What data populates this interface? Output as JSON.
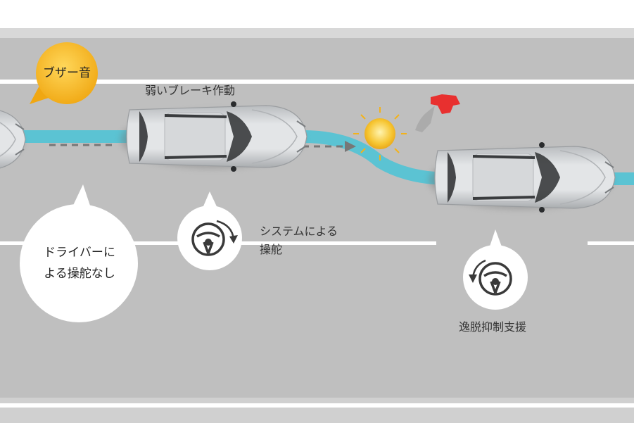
{
  "labels": {
    "buzzer": "ブザー音",
    "weak_brake": "弱いブレーキ作動",
    "no_driver_line1": "ドライバーに",
    "no_driver_line2": "よる操舵なし",
    "system_steer_line1": "システムによる",
    "system_steer_line2": "操舵",
    "departure_support": "逸脱抑制支援"
  },
  "icons": {
    "car": "car-icon",
    "steering": "steering-wheel-icon",
    "pedestrian": "pedestrian-icon",
    "sun": "sun-icon"
  },
  "colors": {
    "road": "#bdbdbd",
    "road_light": "#cfcfcf",
    "lane_line": "#ffffff",
    "trajectory": "#5bc3d3",
    "buzzer_bubble": "#f3b21a",
    "car_body": "#d4d6d8",
    "pedestrian": "#e8302f",
    "sun": "#f6c531",
    "text": "#333333"
  }
}
